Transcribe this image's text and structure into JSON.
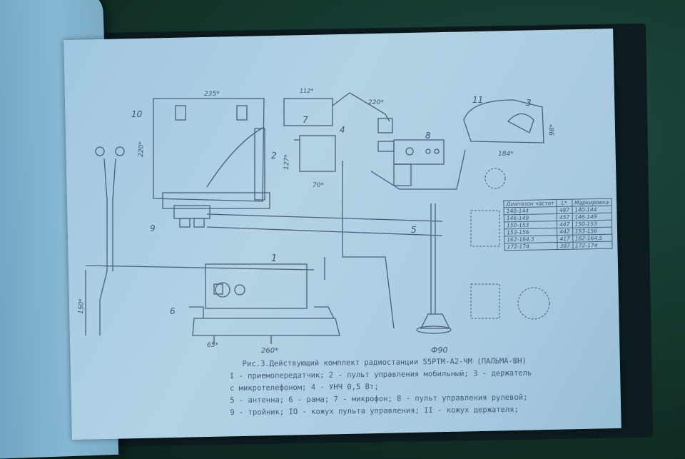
{
  "caption": {
    "title": "Рис.3.Действующий комплект радиостанции 55РТМ-А2-ЧМ (ПАЛЬМА-ШН)",
    "lines": [
      "I - приемопередатчик; 2 - пульт управления мобильный; 3 - держатель",
      "с микротелефоном; 4 - УНЧ 0,5 Вт;",
      "5 - антенна; 6 - рама; 7 - микрофон; 8 - пульт управления рулевой;",
      "9 - тройник; IO - кожух пульта управления; II - кожух держателя;"
    ]
  },
  "callouts": [
    "1",
    "2",
    "3",
    "4",
    "5",
    "6",
    "7",
    "8",
    "9",
    "10",
    "11"
  ],
  "dimensions": {
    "d235": "235*",
    "d220": "220*",
    "d112": "112*",
    "d220b": "220*",
    "d127": "127*",
    "d70": "70*",
    "d184": "184*",
    "d98": "98*",
    "d150": "150*",
    "d65": "65*",
    "d260": "260*",
    "d90": "Ф90"
  },
  "table": {
    "headers": [
      "Диапазон частот",
      "L*",
      "Маркировка"
    ],
    "rows": [
      [
        "140-144",
        "487",
        "140-144"
      ],
      [
        "146-149",
        "457",
        "146-149"
      ],
      [
        "150-153",
        "447",
        "150-153"
      ],
      [
        "153-156",
        "442",
        "153-156"
      ],
      [
        "162-164,5",
        "417",
        "162-164,5"
      ],
      [
        "172-174",
        "387",
        "172-174"
      ]
    ]
  },
  "colors": {
    "ink": "#3f536f",
    "paper": "#a9cbe0",
    "background": "#123228"
  }
}
